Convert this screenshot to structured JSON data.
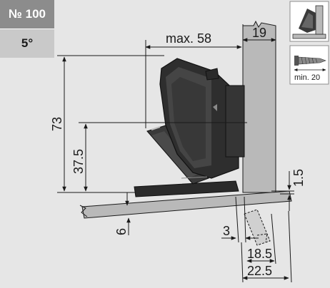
{
  "badge": {
    "number": "№ 100",
    "angle": "5°"
  },
  "dims": {
    "max_width": "max. 58",
    "side_thickness": "19",
    "height_total": "73",
    "height_cup": "37.5",
    "gap": "1.5",
    "overlay_thickness": "6",
    "offset": "3",
    "inner_depth": "18.5",
    "outer_depth": "22.5"
  },
  "icons": {
    "screw_label": "min. 20"
  }
}
